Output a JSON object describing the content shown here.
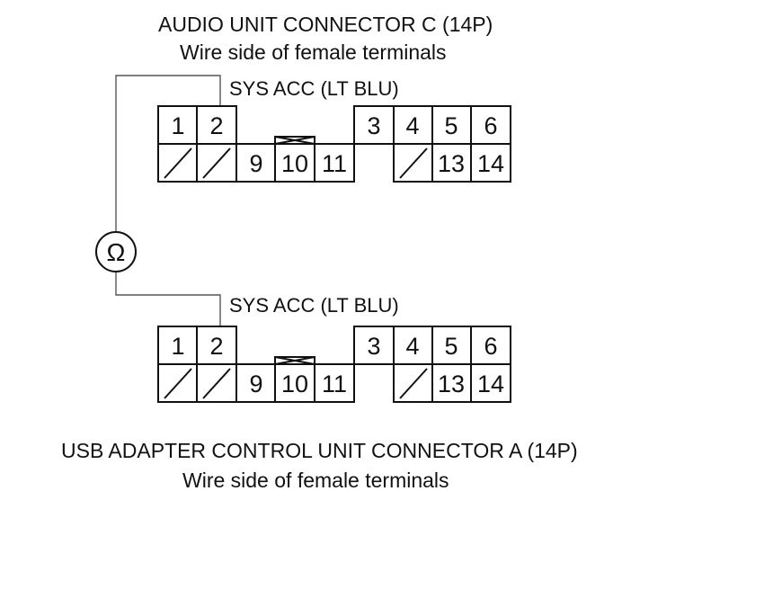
{
  "top_connector": {
    "title": "AUDIO UNIT CONNECTOR C (14P)",
    "subtitle": "Wire side of female terminals",
    "wire_label": "SYS ACC (LT BLU)",
    "top_row": [
      "1",
      "2",
      "3",
      "4",
      "5",
      "6"
    ],
    "bottom_row": [
      "9",
      "10",
      "11",
      "13",
      "14"
    ]
  },
  "bottom_connector": {
    "title": "USB ADAPTER CONTROL UNIT CONNECTOR A (14P)",
    "subtitle": "Wire side of female terminals",
    "wire_label": "SYS ACC (LT BLU)",
    "top_row": [
      "1",
      "2",
      "3",
      "4",
      "5",
      "6"
    ],
    "bottom_row": [
      "9",
      "10",
      "11",
      "13",
      "14"
    ]
  },
  "meter": {
    "symbol": "Ω",
    "icon": "ohmmeter-icon"
  }
}
